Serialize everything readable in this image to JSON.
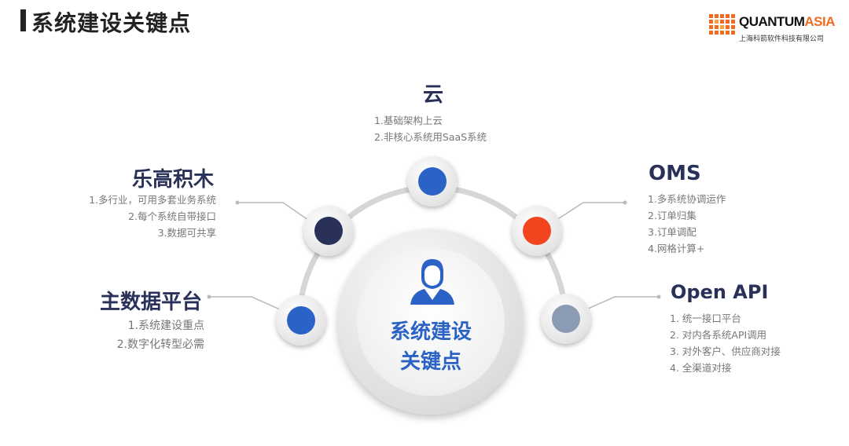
{
  "title": "系统建设关键点",
  "logo": {
    "brand_a": "QUANTUM",
    "brand_b": "ASIA",
    "subtitle": "上海科箭软件科技有限公司"
  },
  "center": {
    "line1": "系统建设",
    "line2": "关键点"
  },
  "colors": {
    "accent": "#2b62c5",
    "navy": "#2a3158",
    "orange": "#f2441f",
    "gray": "#8a9bb3"
  },
  "sections": {
    "cloud": {
      "title": "云",
      "items": [
        "1.基础架构上云",
        "2.非核心系统用SaaS系统"
      ]
    },
    "lego": {
      "title": "乐高积木",
      "items": [
        "1.多行业，可用多套业务系统",
        "2.每个系统自带接口",
        "3.数据可共享"
      ]
    },
    "oms": {
      "title": "OMS",
      "items": [
        "1.多系统协调运作",
        "2.订单归集",
        "3.订单调配",
        "4.网格计算+"
      ]
    },
    "mdp": {
      "title": "主数据平台",
      "items": [
        "1.系统建设重点",
        "2.数字化转型必需"
      ]
    },
    "api": {
      "title": "Open API",
      "items": [
        "1.  统一接口平台",
        "2.  对内各系统API调用",
        "3.  对外客户、供应商对接",
        "4.  全渠道对接"
      ]
    }
  }
}
